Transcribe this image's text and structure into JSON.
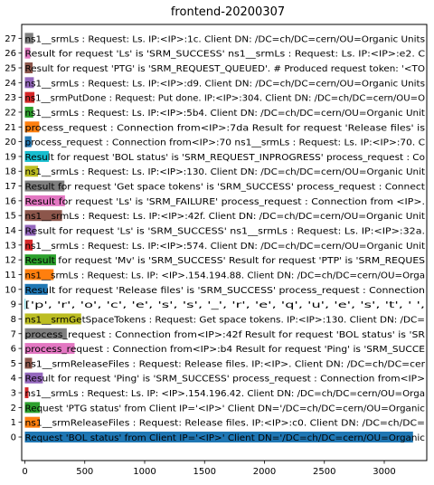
{
  "chart_data": {
    "type": "bar",
    "orientation": "horizontal",
    "title": "frontend-20200307",
    "xlabel": "",
    "ylabel": "",
    "xlim": [
      0,
      3400
    ],
    "x_ticks": [
      0,
      500,
      1000,
      1500,
      2000,
      2500,
      3000
    ],
    "grid": false,
    "legend": "none",
    "bars": [
      {
        "y": 0,
        "value": 3240,
        "color": "#1f77b4",
        "label": "Request 'BOL status' from Client IP='<IP>' Client DN='/DC=ch/DC=cern/OU=Organic"
      },
      {
        "y": 1,
        "value": 125,
        "color": "#ff7f0e",
        "label": "ns1__srmReleaseFiles : Request: Release files. IP:<IP>:c0. Client DN: /DC=ch/DC="
      },
      {
        "y": 2,
        "value": 125,
        "color": "#2ca02c",
        "label": "Request 'PTG status' from Client IP='<IP>' Client DN='/DC=ch/DC=cern/OU=Organic"
      },
      {
        "y": 3,
        "value": 30,
        "color": "#d62728",
        "label": "ns1__srmLs : Request: Ls. IP: <IP>.154.196.42. Client DN: /DC=ch/DC=cern/OU=Orga"
      },
      {
        "y": 4,
        "value": 150,
        "color": "#9467bd",
        "label": "Result for request 'Ping' is 'SRM_SUCCESS' process_request : Connection from<IP>"
      },
      {
        "y": 5,
        "value": 60,
        "color": "#8c564b",
        "label": "ns1__srmReleaseFiles : Request: Release files. IP:<IP>. Client DN: /DC=ch/DC=cer"
      },
      {
        "y": 6,
        "value": 415,
        "color": "#e377c2",
        "label": "process_request : Connection from<IP>:b4 Result for request 'Ping' is 'SRM_SUCCE"
      },
      {
        "y": 7,
        "value": 350,
        "color": "#7f7f7f",
        "label": "process_request : Connection from<IP>:42f Result for request 'BOL status' is 'SR"
      },
      {
        "y": 8,
        "value": 470,
        "color": "#bcbd22",
        "label": "ns1__srmGetSpaceTokens : Request: Get space tokens. IP:<IP>:130. Client DN: /DC="
      },
      {
        "y": 9,
        "value": 5,
        "color": "#17becf",
        "label": "['p', 'r', 'o', 'c', 'e', 's', 's', '_', 'r', 'e', 'q', 'u', 'e', 's', 't', ' ',"
      },
      {
        "y": 10,
        "value": 190,
        "color": "#1f77b4",
        "label": "Result for request 'Release files' is 'SRM_SUCCESS' process_request : Connection"
      },
      {
        "y": 11,
        "value": 240,
        "color": "#ff7f0e",
        "label": "ns1__srmLs : Request: Ls. IP: <IP>.154.194.88. Client DN: /DC=ch/DC=cern/OU=Orga"
      },
      {
        "y": 12,
        "value": 260,
        "color": "#2ca02c",
        "label": "Result for request 'Mv' is 'SRM_SUCCESS' Result for request 'PTP' is 'SRM_REQUES"
      },
      {
        "y": 13,
        "value": 65,
        "color": "#d62728",
        "label": "ns1__srmLs : Request: Ls. IP:<IP>:574. Client DN: /DC=ch/DC=cern/OU=Organic Unit"
      },
      {
        "y": 14,
        "value": 90,
        "color": "#9467bd",
        "label": "Result for request 'Ls' is 'SRM_SUCCESS' ns1__srmLs : Request: Ls. IP:<IP>:32a."
      },
      {
        "y": 15,
        "value": 310,
        "color": "#8c564b",
        "label": "ns1__srmLs : Request: Ls. IP:<IP>:42f. Client DN: /DC=ch/DC=cern/OU=Organic Unit"
      },
      {
        "y": 16,
        "value": 335,
        "color": "#e377c2",
        "label": "Result for request 'Ls' is 'SRM_FAILURE' process_request : Connection from <IP>."
      },
      {
        "y": 17,
        "value": 330,
        "color": "#7f7f7f",
        "label": "Result for request 'Get space tokens' is 'SRM_SUCCESS' process_request : Connect"
      },
      {
        "y": 18,
        "value": 110,
        "color": "#bcbd22",
        "label": "ns1__srmLs : Request: Ls. IP:<IP>:130. Client DN: /DC=ch/DC=cern/OU=Organic Unit"
      },
      {
        "y": 19,
        "value": 200,
        "color": "#17becf",
        "label": "Result for request 'BOL status' is 'SRM_REQUEST_INPROGRESS' process_request : Co"
      },
      {
        "y": 20,
        "value": 55,
        "color": "#1f77b4",
        "label": "process_request : Connection from<IP>:70 ns1__srmLs : Request: Ls. IP:<IP>:70. C"
      },
      {
        "y": 21,
        "value": 120,
        "color": "#ff7f0e",
        "label": "process_request : Connection from<IP>:7da Result for request 'Release files' is"
      },
      {
        "y": 22,
        "value": 70,
        "color": "#2ca02c",
        "label": "ns1__srmLs : Request: Ls. IP:<IP>:5b4. Client DN: /DC=ch/DC=cern/OU=Organic Unit"
      },
      {
        "y": 23,
        "value": 80,
        "color": "#d62728",
        "label": "ns1__srmPutDone : Request: Put done. IP:<IP>:304. Client DN: /DC=ch/DC=cern/OU=O"
      },
      {
        "y": 24,
        "value": 75,
        "color": "#9467bd",
        "label": "ns1__srmLs : Request: Ls. IP:<IP>:d9. Client DN: /DC=ch/DC=cern/OU=Organic Units"
      },
      {
        "y": 25,
        "value": 65,
        "color": "#8c564b",
        "label": "Result for request 'PTG' is 'SRM_REQUEST_QUEUED'. # Produced request token: '<TO"
      },
      {
        "y": 26,
        "value": 45,
        "color": "#e377c2",
        "label": "Result for request 'Ls' is 'SRM_SUCCESS' ns1__srmLs : Request: Ls. IP:<IP>:e2. C"
      },
      {
        "y": 27,
        "value": 70,
        "color": "#7f7f7f",
        "label": "ns1__srmLs : Request: Ls. IP:<IP>:1c. Client DN: /DC=ch/DC=cern/OU=Organic Units"
      }
    ]
  }
}
